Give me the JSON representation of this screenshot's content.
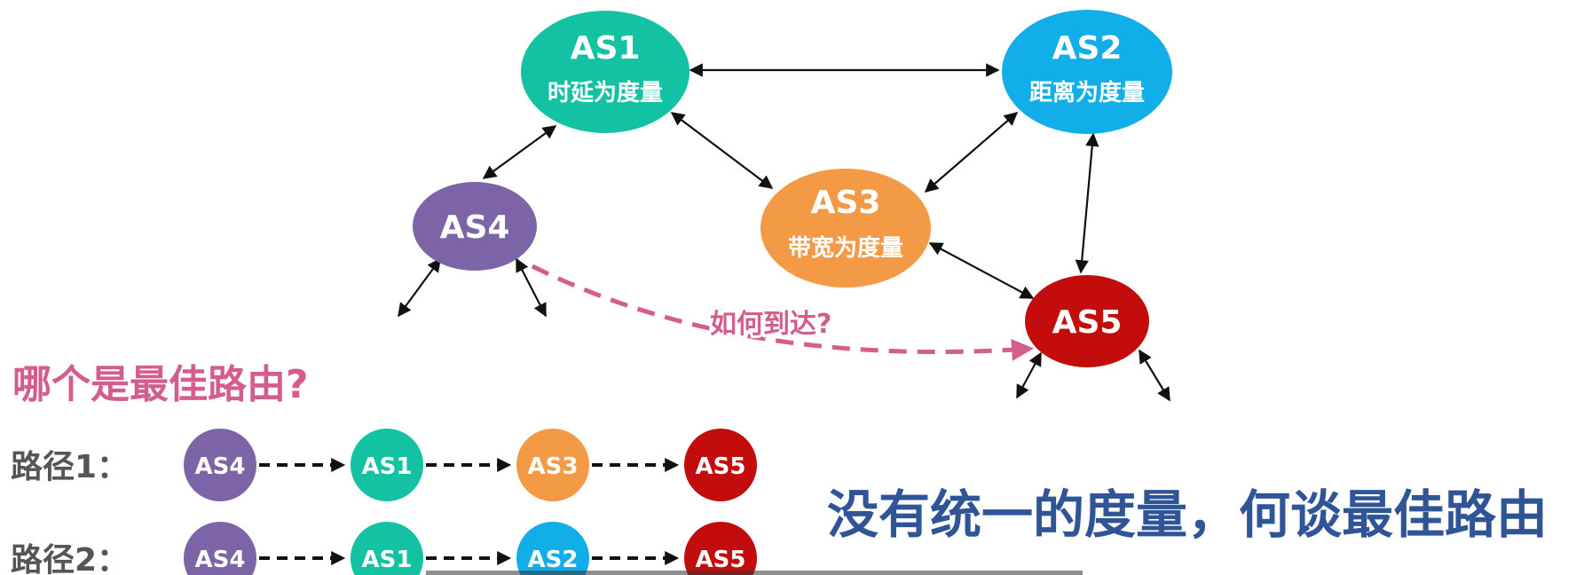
{
  "colors": {
    "AS1": "#13c2a2",
    "AS2": "#12aeea",
    "AS3": "#f29a45",
    "AS4": "#7c64a6",
    "AS5": "#c30c0c",
    "question": "#d35d8c",
    "conclusion": "#2f5597",
    "path_label": "#555555"
  },
  "nodes": {
    "as1": {
      "title": "AS1",
      "metric": "时延为度量"
    },
    "as2": {
      "title": "AS2",
      "metric": "距离为度量"
    },
    "as3": {
      "title": "AS3",
      "metric": "带宽为度量"
    },
    "as4": {
      "title": "AS4"
    },
    "as5": {
      "title": "AS5"
    }
  },
  "reach_question": "如何到达?",
  "best_route_question": "哪个是最佳路由?",
  "paths": [
    {
      "label": "路径1：",
      "nodes": [
        "AS4",
        "AS1",
        "AS3",
        "AS5"
      ]
    },
    {
      "label": "路径2：",
      "nodes": [
        "AS4",
        "AS1",
        "AS2",
        "AS5"
      ]
    }
  ],
  "conclusion": "没有统一的度量，何谈最佳路由"
}
